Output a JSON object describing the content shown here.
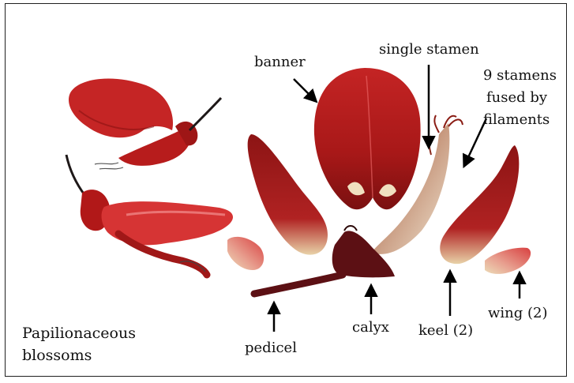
{
  "labels": {
    "banner": "banner",
    "single_stamen": "single stamen",
    "stamens_fused_line1": "9 stamens",
    "stamens_fused_line2": "fused by",
    "stamens_fused_line3": "filaments",
    "pedicel": "pedicel",
    "calyx": "calyx",
    "keel": "keel (2)",
    "wing": "wing (2)",
    "caption_line1": "Papilionaceous",
    "caption_line2": "blossoms"
  },
  "colors": {
    "petal_dark": "#8e1414",
    "petal_mid": "#c82828",
    "petal_light": "#e04a4a",
    "petal_base": "#e8d6b0",
    "calyx": "#5a0f12",
    "stem": "#2a2020",
    "arrow": "#000000"
  }
}
